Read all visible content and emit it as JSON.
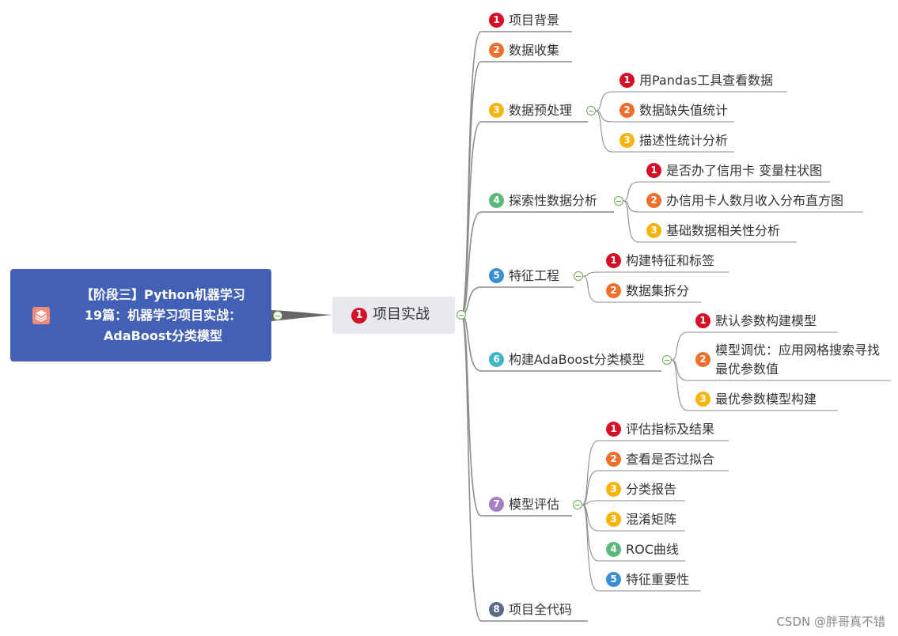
{
  "colors": {
    "root_bg": "#4260b5",
    "hub_bg": "#e7e9ef",
    "line": "#8c8c8c",
    "toggle": "#6aa84f",
    "n1": "#d50f25",
    "n2": "#ee6e2b",
    "n3": "#f6b40d",
    "n4": "#5bb97b",
    "n5": "#3a8fd4",
    "n6": "#3fb5c5",
    "n7": "#a57ec3",
    "n8": "#5b6b8c"
  },
  "root": {
    "icon": "layers-icon",
    "title": "【阶段三】Python机器学习\n19篇：机器学习项目实战：\nAdaBoost分类模型"
  },
  "hub": {
    "num": "1",
    "label": "项目实战"
  },
  "branches": [
    {
      "num": "1",
      "label": "项目背景",
      "children": []
    },
    {
      "num": "2",
      "label": "数据收集",
      "children": []
    },
    {
      "num": "3",
      "label": "数据预处理",
      "children": [
        {
          "num": "1",
          "label": "用Pandas工具查看数据"
        },
        {
          "num": "2",
          "label": "数据缺失值统计"
        },
        {
          "num": "3",
          "label": "描述性统计分析"
        }
      ]
    },
    {
      "num": "4",
      "label": "探索性数据分析",
      "children": [
        {
          "num": "1",
          "label": "是否办了信用卡 变量柱状图"
        },
        {
          "num": "2",
          "label": "办信用卡人数月收入分布直方图"
        },
        {
          "num": "3",
          "label": "基础数据相关性分析"
        }
      ]
    },
    {
      "num": "5",
      "label": "特征工程",
      "children": [
        {
          "num": "1",
          "label": "构建特征和标签"
        },
        {
          "num": "2",
          "label": "数据集拆分"
        }
      ]
    },
    {
      "num": "6",
      "label": "构建AdaBoost分类模型",
      "children": [
        {
          "num": "1",
          "label": "默认参数构建模型"
        },
        {
          "num": "2",
          "label": "模型调优：应用网格搜索寻找最优参数值"
        },
        {
          "num": "3",
          "label": "最优参数模型构建"
        }
      ]
    },
    {
      "num": "7",
      "label": "模型评估",
      "children": [
        {
          "num": "1",
          "label": "评估指标及结果"
        },
        {
          "num": "2",
          "label": "查看是否过拟合"
        },
        {
          "num": "3",
          "label": "分类报告"
        },
        {
          "num": "3",
          "label": "混淆矩阵"
        },
        {
          "num": "4",
          "label": "ROC曲线"
        },
        {
          "num": "5",
          "label": "特征重要性"
        }
      ]
    },
    {
      "num": "8",
      "label": "项目全代码",
      "children": []
    }
  ],
  "watermark": "CSDN @胖哥真不错"
}
